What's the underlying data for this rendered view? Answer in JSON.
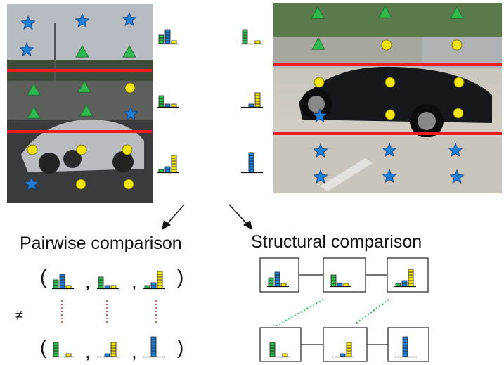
{
  "headings": {
    "pairwise": "Pairwise comparison",
    "structural": "Structural comparison"
  },
  "symbols": {
    "open_paren": "(",
    "close_paren": ")",
    "comma": ",",
    "not_equal": "≠"
  },
  "colors": {
    "star": "#1f7fd6",
    "triangle": "#2eb84d",
    "circle": "#f6e60a",
    "stripe": "#ee1c1c",
    "bar_green": "#2eb84d",
    "bar_blue": "#1f7fd6",
    "bar_yellow": "#f6e60a",
    "dotted_red": "#dd2222",
    "dotted_green": "#22bb44"
  },
  "histograms": {
    "left_top": [
      3,
      5,
      1
    ],
    "left_mid": [
      4,
      1,
      1
    ],
    "left_bot": [
      1,
      2,
      6
    ],
    "right_top": [
      5,
      0,
      1
    ],
    "right_mid": [
      0,
      1,
      5
    ],
    "right_bot": [
      0,
      7,
      0
    ]
  },
  "icons": [
    "star-icon",
    "triangle-icon",
    "circle-icon",
    "arrow-icon"
  ]
}
